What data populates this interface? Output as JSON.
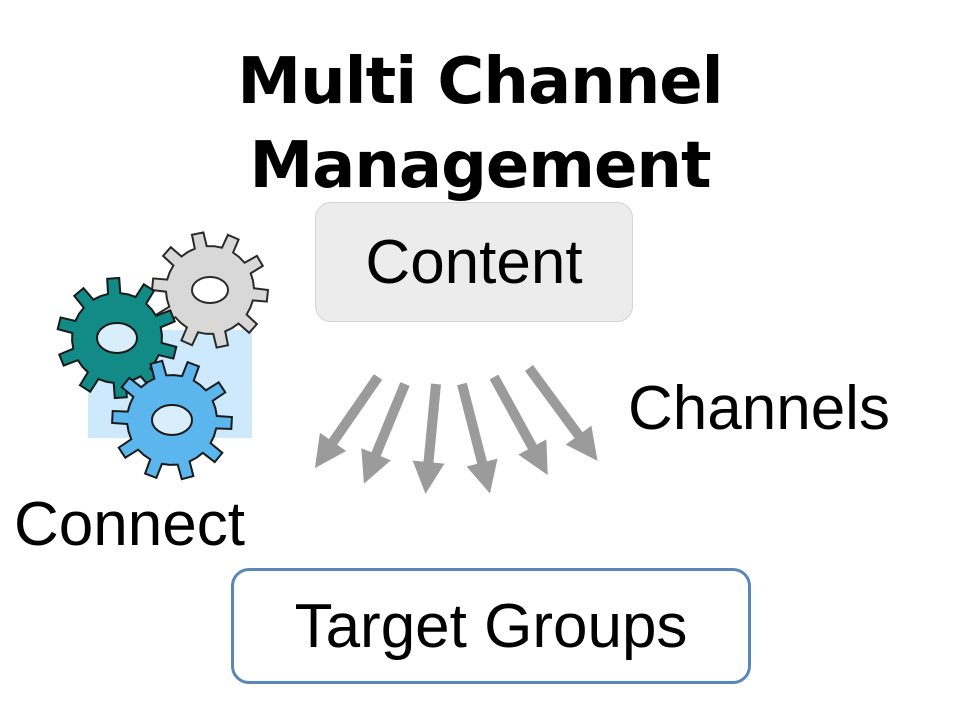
{
  "title": "Multi Channel Management",
  "content_label": "Content",
  "channels_label": "Channels",
  "connect_label": "Connect",
  "target_label": "Target Groups",
  "icons": [
    "gears-icon",
    "channel-arrow-icon"
  ],
  "colors": {
    "content_box_fill": "#ececec",
    "target_box_border": "#5a86b9",
    "arrow": "#9b9b9b",
    "gear_teal": "#128a86",
    "gear_grey": "#d8d8d8",
    "gear_blue": "#5bb6ee",
    "gear_backdrop": "#cde9fb"
  }
}
